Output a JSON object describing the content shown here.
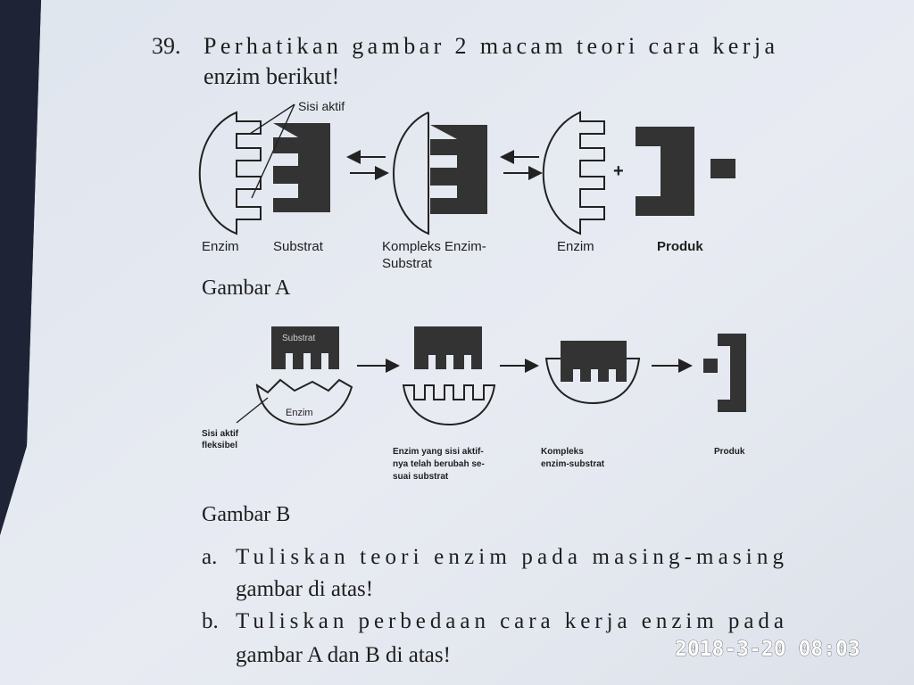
{
  "question": {
    "number": "39.",
    "line1": "Perhatikan gambar 2 macam teori cara kerja",
    "line2": "enzim berikut!"
  },
  "gambar_a": {
    "sisi_aktif": "Sisi aktif",
    "enzim": "Enzim",
    "substrat": "Substrat",
    "kompleks_line1": "Kompleks Enzim-",
    "kompleks_line2": "Substrat",
    "enzim_2": "Enzim",
    "produk": "Produk",
    "plus": "+",
    "caption": "Gambar A"
  },
  "gambar_b": {
    "substrat": "Substrat",
    "enzim": "Enzim",
    "sisi_aktif_line1": "Sisi aktif",
    "sisi_aktif_line2": "fleksibel",
    "berubah_line1": "Enzim yang sisi aktif-",
    "berubah_line2": "nya telah berubah se-",
    "berubah_line3": "suai substrat",
    "kompleks_line1": "Kompleks",
    "kompleks_line2": "enzim-substrat",
    "produk": "Produk",
    "caption": "Gambar B"
  },
  "tasks": {
    "a_letter": "a.",
    "a_line1": "Tuliskan teori enzim pada masing-masing",
    "a_line2": "gambar di atas!",
    "b_letter": "b.",
    "b_line1": "Tuliskan perbedaan cara kerja enzim pada",
    "b_line2": "gambar A dan B di atas!"
  },
  "timestamp": "2018-3-20 08:03"
}
